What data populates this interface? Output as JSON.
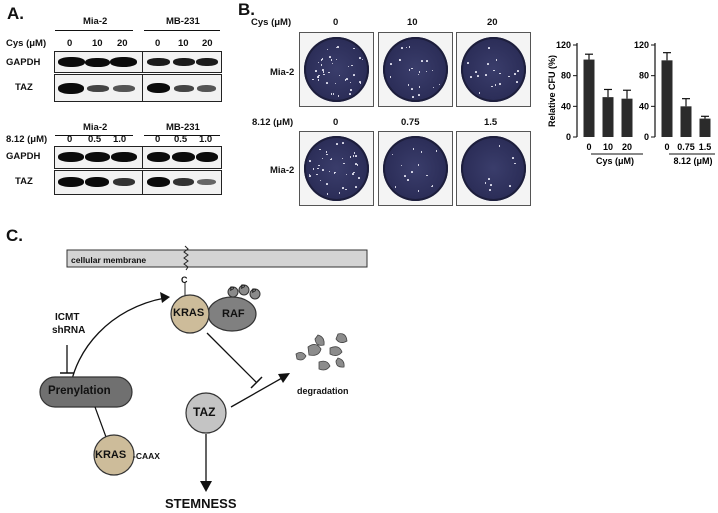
{
  "panels": {
    "a": "A.",
    "b": "B.",
    "c": "C."
  },
  "panel_a": {
    "top": {
      "treatment": "Cys (μM)",
      "cell_lines": [
        "Mia-2",
        "MB-231"
      ],
      "doses": [
        "0",
        "10",
        "20",
        "0",
        "10",
        "20"
      ],
      "rows": [
        "GAPDH",
        "TAZ"
      ]
    },
    "bottom": {
      "treatment": "8.12 (μM)",
      "cell_lines": [
        "Mia-2",
        "MB-231"
      ],
      "doses": [
        "0",
        "0.5",
        "1.0",
        "0",
        "0.5",
        "1.0"
      ],
      "rows": [
        "GAPDH",
        "TAZ"
      ]
    }
  },
  "panel_b": {
    "cys_label": "Cys (μM)",
    "cys_doses": [
      "0",
      "10",
      "20"
    ],
    "drug_label": "8.12 (μM)",
    "drug_doses": [
      "0",
      "0.75",
      "1.5"
    ],
    "row_label": "Mia-2"
  },
  "chart_data": [
    {
      "type": "bar",
      "categories": [
        "0",
        "10",
        "20"
      ],
      "values": [
        101,
        52,
        50
      ],
      "errors": [
        7,
        10,
        11
      ],
      "xlabel": "Cys (μM)",
      "ylabel": "Relative CFU (%)",
      "ylim": [
        0,
        120
      ],
      "yticks": [
        "0",
        "40",
        "80",
        "120"
      ]
    },
    {
      "type": "bar",
      "categories": [
        "0",
        "0.75",
        "1.5"
      ],
      "values": [
        100,
        40,
        24
      ],
      "errors": [
        10,
        10,
        3
      ],
      "xlabel": "8.12 (μM)",
      "ylabel": "",
      "ylim": [
        0,
        120
      ],
      "yticks": [
        "0",
        "40",
        "80",
        "120"
      ]
    }
  ],
  "panel_c": {
    "membrane": "cellular membrane",
    "c_label": "C",
    "kras": "KRAS",
    "raf": "RAF",
    "p": "P",
    "icmt": "ICMT",
    "shrna": "shRNA",
    "prenylation": "Prenylation",
    "kras_caax_1": "KRAS",
    "kras_caax_2": "-CAAX",
    "taz": "TAZ",
    "degradation": "degradation",
    "stemness": "STEMNESS"
  }
}
